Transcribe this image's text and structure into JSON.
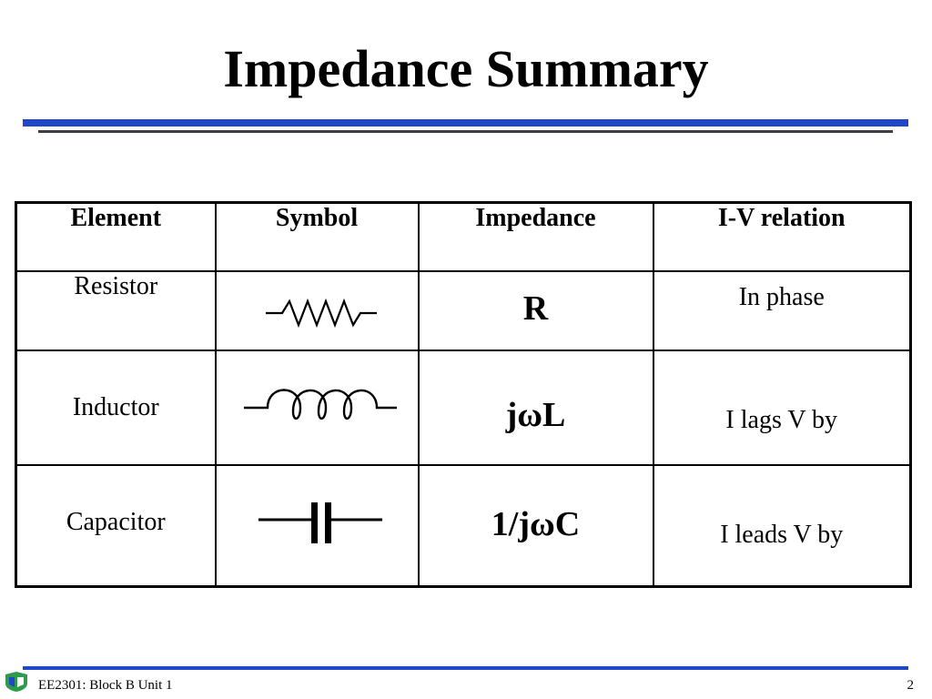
{
  "slide": {
    "title": "Impedance Summary",
    "footer": "EE2301: Block B Unit 1",
    "page_number": "2"
  },
  "table": {
    "headers": [
      "Element",
      "Symbol",
      "Impedance",
      "I-V relation"
    ],
    "rows": [
      {
        "element": "Resistor",
        "symbol": "resistor-symbol-icon",
        "impedance": "R",
        "relation": "In phase"
      },
      {
        "element": "Inductor",
        "symbol": "inductor-symbol-icon",
        "impedance": "jωL",
        "relation": "I lags V by"
      },
      {
        "element": "Capacitor",
        "symbol": "capacitor-symbol-icon",
        "impedance": "1/jωC",
        "relation": "I leads V by"
      }
    ]
  },
  "colors": {
    "accent_blue": "#1f47c8",
    "rule_gray": "#3b4048",
    "logo_green": "#2e9b4a"
  }
}
